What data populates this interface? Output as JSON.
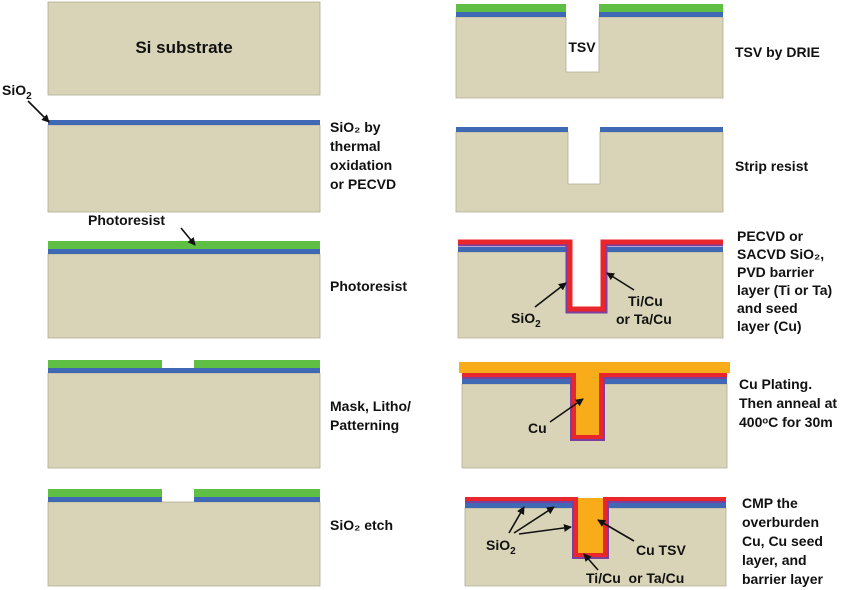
{
  "colors": {
    "substrate": "#d9d4b8",
    "substrate_edge": "#b3ae94",
    "oxide": "#3f68b5",
    "photoresist": "#5fbf45",
    "barrier": "#e8262c",
    "liner": "#7b3fa0",
    "copper": "#f8ac1a",
    "text": "#111111"
  },
  "left_steps": {
    "s1": {
      "label": "Si substrate"
    },
    "s2": {
      "callout": {
        "base": "SiO",
        "sub": "2"
      },
      "caption": [
        "SiO₂ by",
        "thermal",
        "oxidation",
        "or PECVD"
      ]
    },
    "s3": {
      "callout": "Photoresist",
      "caption": [
        "Photoresist"
      ]
    },
    "s4": {
      "caption": [
        "Mask, Litho/",
        "Patterning"
      ]
    },
    "s5": {
      "caption": [
        "SiO₂ etch"
      ]
    }
  },
  "right_steps": {
    "r1": {
      "label": "TSV",
      "caption": [
        "TSV by DRIE"
      ]
    },
    "r2": {
      "caption": [
        "Strip resist"
      ]
    },
    "r3": {
      "oxide_label": {
        "base": "SiO",
        "sub": "2"
      },
      "barrier_label": [
        "Ti/Cu",
        "or Ta/Cu"
      ],
      "caption": [
        "PECVD or",
        "SACVD SiO₂,",
        "PVD barrier",
        "layer (Ti or Ta)",
        "and seed",
        "layer (Cu)"
      ]
    },
    "r4": {
      "label": "Cu",
      "caption": [
        "Cu Plating.",
        "Then anneal at",
        "400ᵒC for 30m"
      ]
    },
    "r5": {
      "oxide_label": {
        "base": "SiO",
        "sub": "2"
      },
      "cu_label": "Cu TSV",
      "barrier_label": "Ti/Cu  or Ta/Cu",
      "caption": [
        "CMP the",
        "overburden",
        "Cu, Cu seed",
        "layer, and",
        "barrier layer"
      ]
    }
  }
}
